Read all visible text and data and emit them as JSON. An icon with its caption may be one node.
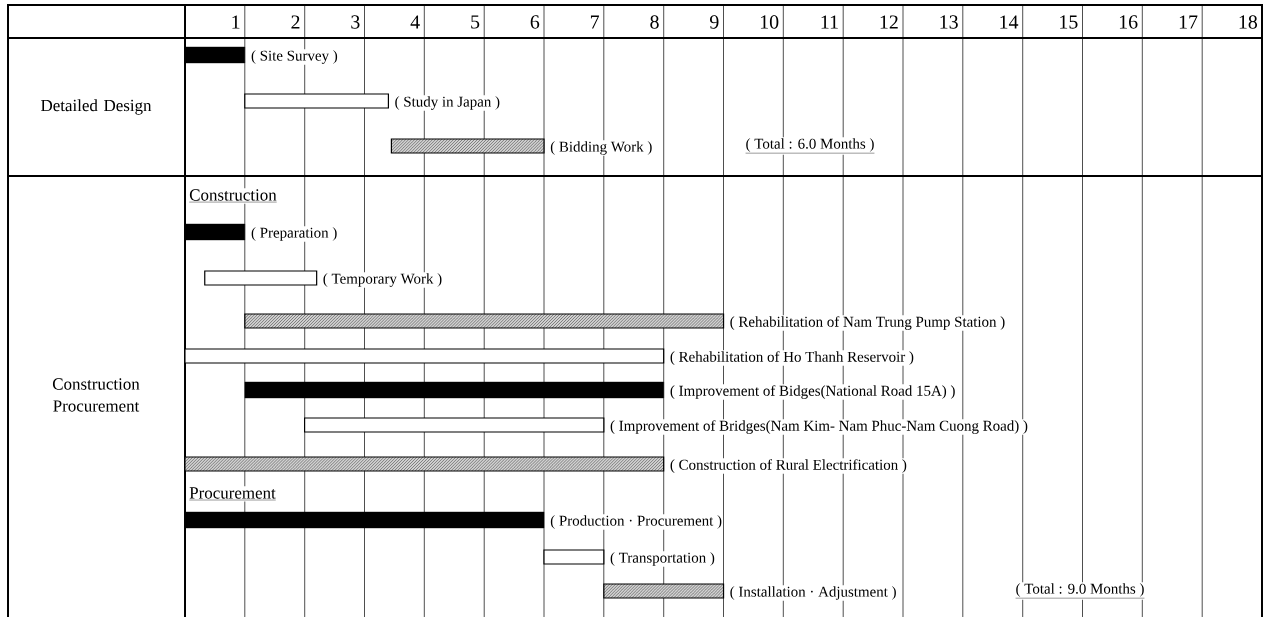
{
  "diagram": {
    "nodes": [
      {
        "text": [],
        "shape": "bar",
        "beside": [
          "( Site Survey )"
        ]
      },
      {
        "text": [],
        "shape": "bar",
        "beside": [
          "( Study in Japan )"
        ]
      },
      {
        "text": [],
        "shape": "bar",
        "beside": [
          "( Bidding Work )"
        ]
      },
      {
        "text": [],
        "shape": "bar",
        "beside": [
          "( Preparation )"
        ]
      },
      {
        "text": [],
        "shape": "bar",
        "beside": [
          "( Temporary Work )"
        ]
      },
      {
        "text": [],
        "shape": "bar",
        "beside": [
          "( Rehabilitation of Nam Trung Pump Station )"
        ]
      },
      {
        "text": [],
        "shape": "bar",
        "beside": [
          "( Rehabilitation of Ho Thanh Reservoir )"
        ]
      },
      {
        "text": [],
        "shape": "bar",
        "beside": [
          "( Improvement of Bidges(National Road 15A) )"
        ]
      },
      {
        "text": [],
        "shape": "bar",
        "beside": [
          "( Improvement of Bridges(Nam Kim- Nam Phuc-Nam Cuong Road) )"
        ]
      },
      {
        "text": [],
        "shape": "bar",
        "beside": [
          "( Construction of Rural Electrification )"
        ]
      },
      {
        "text": [],
        "shape": "bar",
        "beside": [
          "( Production · Procurement )"
        ]
      },
      {
        "text": [],
        "shape": "bar",
        "beside": [
          "( Transportation )"
        ]
      },
      {
        "text": [],
        "shape": "bar",
        "beside": [
          "( Installation · Adjustment )"
        ]
      }
    ],
    "labels": [
      "1",
      "2",
      "3",
      "4",
      "5",
      "6",
      "7",
      "8",
      "9",
      "10",
      "11",
      "12",
      "13",
      "14",
      "15",
      "16",
      "17",
      "18",
      "Detailed Design",
      "( Total : 6.0 Months )",
      "Construction Procurement",
      "Construction",
      "Procurement",
      "( Total : 9.0 Months )"
    ]
  }
}
